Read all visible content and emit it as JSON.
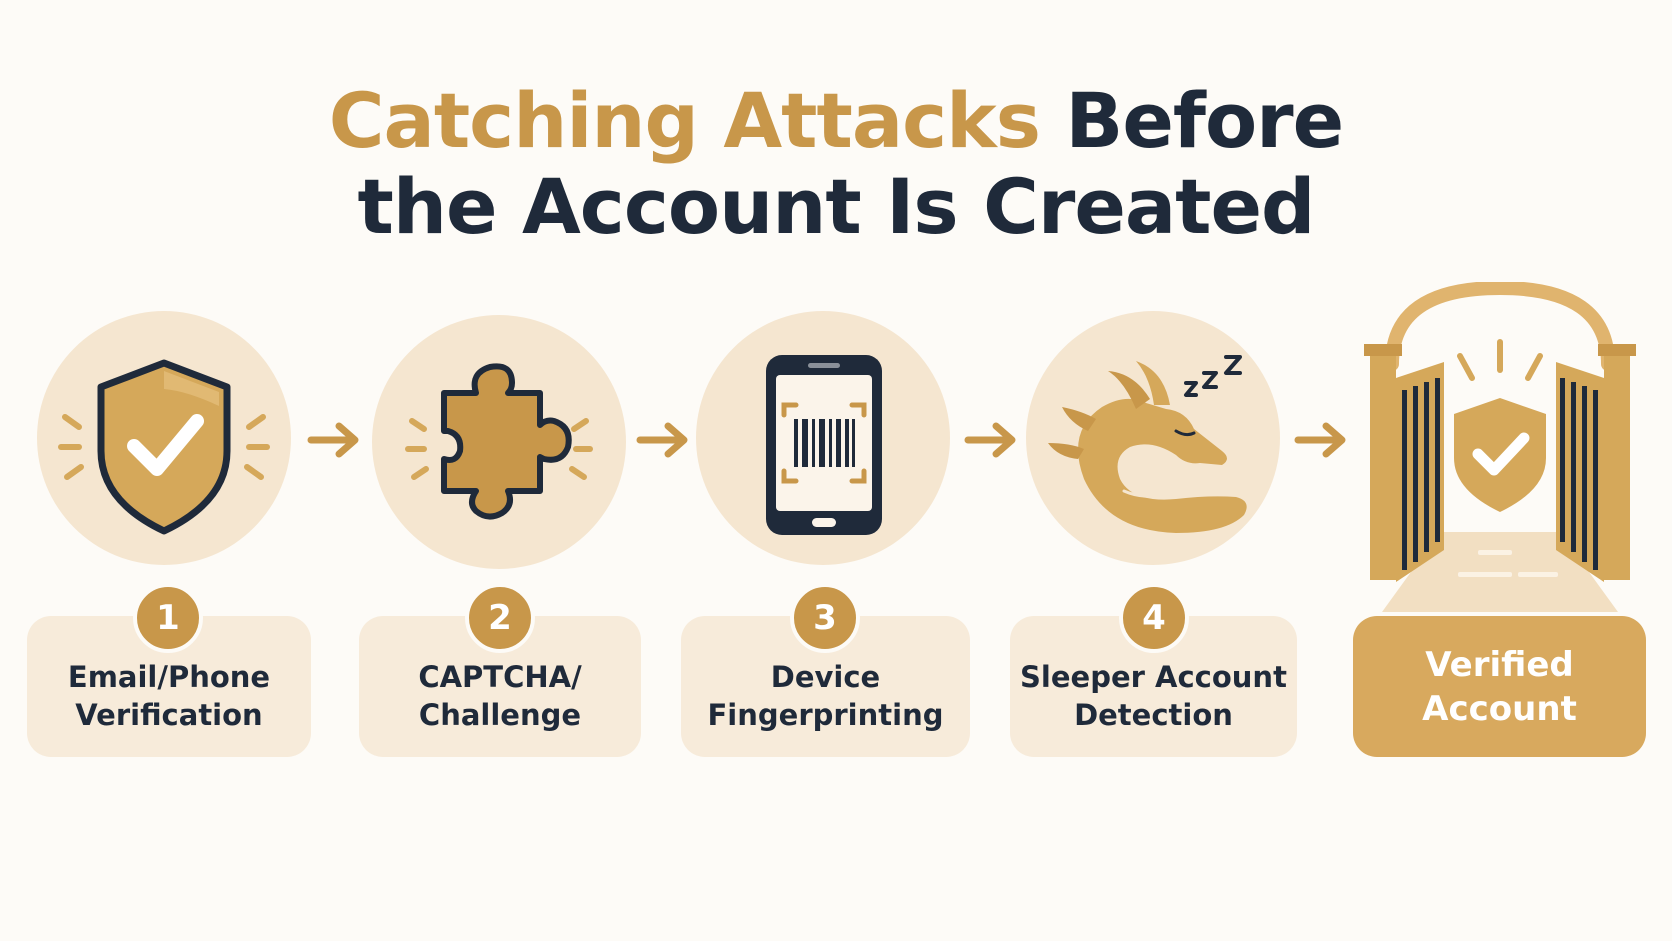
{
  "title": {
    "highlight": "Catching Attacks",
    "rest_line1": "Before",
    "line2": "the Account Is Created"
  },
  "steps": [
    {
      "number": "1",
      "label": "Email/Phone\nVerification",
      "icon": "shield-check-icon"
    },
    {
      "number": "2",
      "label": "CAPTCHA/\nChallenge",
      "icon": "puzzle-piece-icon"
    },
    {
      "number": "3",
      "label": "Device\nFingerprinting",
      "icon": "phone-barcode-icon"
    },
    {
      "number": "4",
      "label": "Sleeper Account\nDetection",
      "icon": "sleeping-dragon-icon"
    }
  ],
  "final": {
    "label": "Verified\nAccount",
    "icon": "open-gate-shield-icon"
  },
  "colors": {
    "accent": "#C8974A",
    "dark": "#1F2A3A",
    "circle": "#F5E6D0",
    "card": "#F7EBDA",
    "final_card": "#D8A95E",
    "background": "#FDFBF7"
  }
}
